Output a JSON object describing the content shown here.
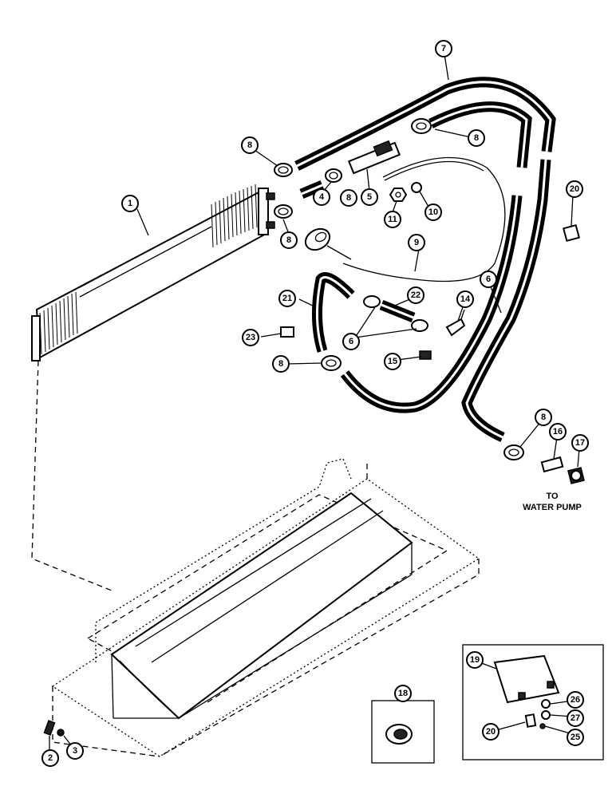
{
  "callouts": {
    "c1": "1",
    "c2": "2",
    "c3": "3",
    "c4": "4",
    "c5": "5",
    "c6a": "6",
    "c6b": "6",
    "c7": "7",
    "c8a": "8",
    "c8b": "8",
    "c8c": "8",
    "c8d": "8",
    "c8e": "8",
    "c8f": "8",
    "c9": "9",
    "c10": "10",
    "c11": "11",
    "c14": "14",
    "c15": "15",
    "c16": "16",
    "c17": "17",
    "c18": "18",
    "c19": "19",
    "c20a": "20",
    "c20b": "20",
    "c21": "21",
    "c22": "22",
    "c23": "23",
    "c25": "25",
    "c26": "26",
    "c27": "27"
  },
  "labels": {
    "to": "TO",
    "water_pump": "WATER PUMP"
  }
}
